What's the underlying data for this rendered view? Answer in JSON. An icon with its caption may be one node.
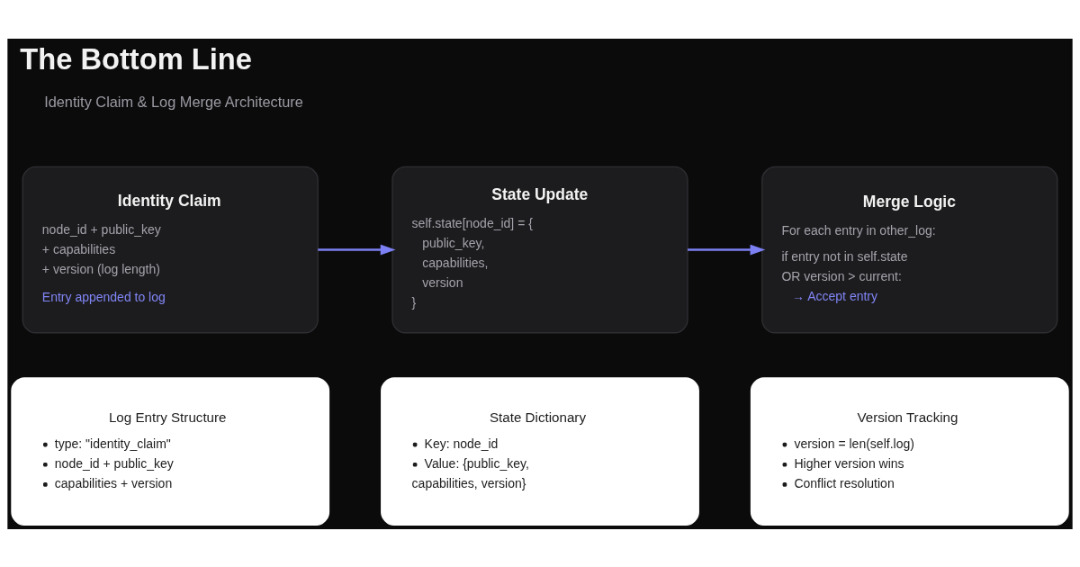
{
  "diagram": {
    "title": "The Bottom Line",
    "nodes": [
      {
        "text": [
          "Identity Claim",
          "node_id + public_key",
          "+ capabilities",
          "+ version (log length)",
          "Entry appended to log"
        ]
      },
      {
        "text": [
          "State Update",
          "self.state[node_id] = {",
          "public_key,",
          "capabilities,",
          "version",
          "}"
        ]
      },
      {
        "text": [
          "Merge Logic",
          "For each entry in other_log:",
          "if entry not in self.state",
          "OR version > current:",
          "→ Accept entry"
        ]
      },
      {
        "text": [
          "Log Entry Structure",
          "type: \"identity_claim\"",
          "node_id + public_key",
          "capabilities + version"
        ]
      },
      {
        "text": [
          "State Dictionary",
          "Key: node_id",
          "Value: {public_key, capabilities, version}"
        ]
      },
      {
        "text": [
          "Version Tracking",
          "version = len(self.log)",
          "Higher version wins",
          "Conflict resolution"
        ]
      }
    ],
    "edges": [
      {
        "from": 0,
        "to": 1,
        "arrow": "to"
      },
      {
        "from": 1,
        "to": 2,
        "arrow": "to"
      }
    ],
    "labels": [
      "Identity Claim & Log Merge Architecture"
    ]
  }
}
